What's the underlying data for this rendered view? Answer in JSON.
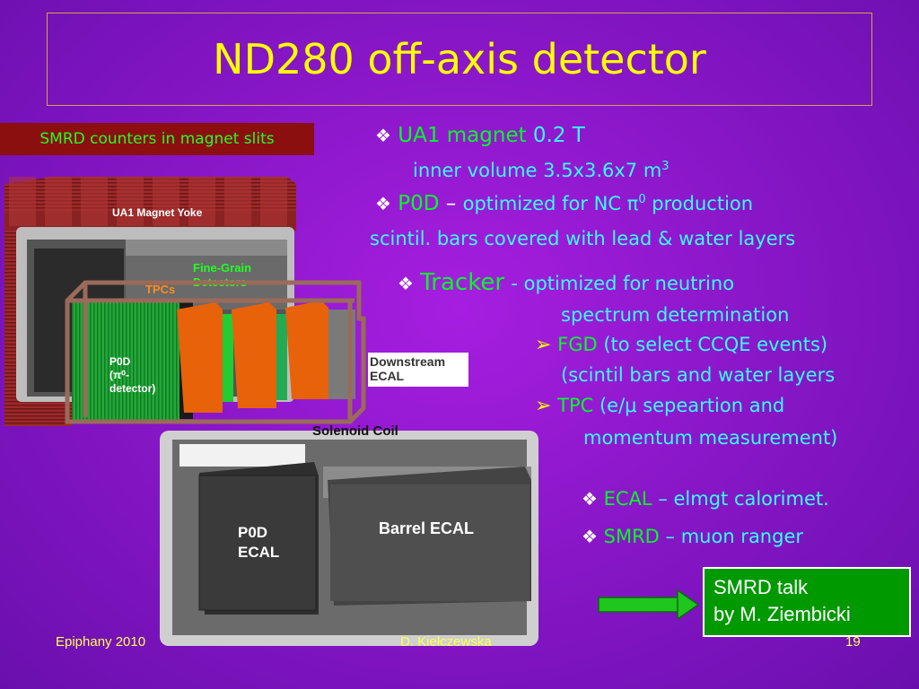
{
  "title": "ND280 off-axis detector",
  "smrd_label": "SMRD counters in magnet slits",
  "diagram": {
    "magnet_yoke": "UA1 Magnet Yoke",
    "fine_grain_1": "Fine-Grain",
    "fine_grain_2": "Detectors",
    "tpcs": "TPCs",
    "p0d_1": "P0D",
    "p0d_2": "(π⁰-",
    "p0d_3": "detector)",
    "downstream_1": "Downstream",
    "downstream_2": "ECAL",
    "solenoid": "Solenoid Coil",
    "p0d_ecal_1": "P0D",
    "p0d_ecal_2": "ECAL",
    "barrel_ecal": "Barrel ECAL"
  },
  "bullets": {
    "ua1_name": "UA1 magnet",
    "ua1_field": "0.2 T",
    "ua1_volume": "inner volume 3.5x3.6x7 m",
    "ua1_volume_exp": "3",
    "p0d_name": "P0D",
    "p0d_dash": "–",
    "p0d_desc": "optimized for NC π",
    "p0d_desc_exp": "0",
    "p0d_desc_end": "production",
    "p0d_line2": "scintil. bars covered with lead & water layers",
    "tracker_name": "Tracker",
    "tracker_desc": "- optimized for neutrino",
    "tracker_line2": "spectrum determination",
    "fgd_name": "FGD",
    "fgd_desc": "(to select CCQE events)",
    "fgd_line2": "(scintil bars and water layers",
    "tpc_name": "TPC",
    "tpc_desc": "(e/μ sepeartion and",
    "tpc_line2": "momentum  measurement)",
    "ecal_name": "ECAL",
    "ecal_desc": "– elmgt calorimet.",
    "smrd_name": "SMRD",
    "smrd_desc": "– muon ranger"
  },
  "smrd_talk": {
    "line1": "SMRD talk",
    "line2": "by M. Ziembicki"
  },
  "footer": {
    "left": "Epiphany 2010",
    "center": "D. Kiełczewska",
    "page": "19"
  },
  "colors": {
    "background": "#8a17c9",
    "title": "#ffff00",
    "highlight_green": "#00ff22",
    "highlight_cyan": "#33ffff",
    "talk_box": "#009900"
  }
}
